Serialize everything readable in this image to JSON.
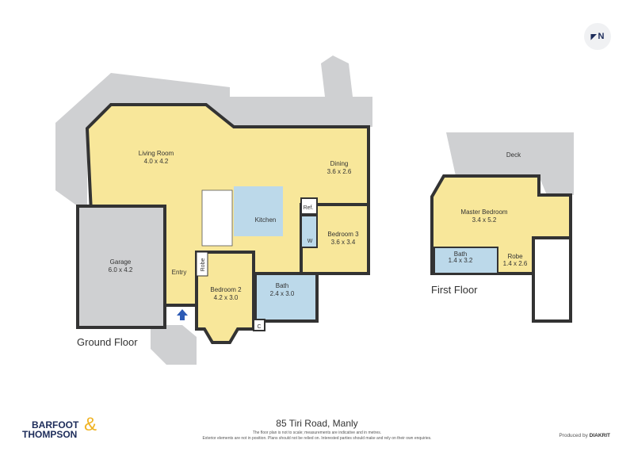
{
  "compass": {
    "label": "N",
    "icon": "north-arrow-icon"
  },
  "ground_floor": {
    "label": "Ground Floor",
    "rooms": [
      {
        "name": "Living Room",
        "size": "4.0 x 4.2"
      },
      {
        "name": "Dining",
        "size": "3.6 x 2.6"
      },
      {
        "name": "Kitchen"
      },
      {
        "name": "Ref."
      },
      {
        "name": "W"
      },
      {
        "name": "Bedroom 3",
        "size": "3.6 x 3.4"
      },
      {
        "name": "Garage",
        "size": "6.0 x 4.2"
      },
      {
        "name": "Entry"
      },
      {
        "name": "Robe"
      },
      {
        "name": "Bedroom 2",
        "size": "4.2 x 3.0"
      },
      {
        "name": "Bath",
        "size": "2.4 x 3.0"
      },
      {
        "name": "C"
      }
    ]
  },
  "first_floor": {
    "label": "First Floor",
    "rooms": [
      {
        "name": "Deck"
      },
      {
        "name": "Master Bedroom",
        "size": "3.4 x 5.2"
      },
      {
        "name": "Bath",
        "size": "1.4 x 3.2"
      },
      {
        "name": "Robe",
        "size": "1.4 x 2.6"
      }
    ]
  },
  "footer": {
    "address": "85 Tiri Road, Manly",
    "disclaimer_1": "The floor plan is not to scale; measurements are indicative and in metres.",
    "disclaimer_2": "Exterior elements are not in position. Plans should not be relied on. Interested parties should make and rely on their own enquiries.",
    "produced_by": "Produced by",
    "producer": "DIAKRIT",
    "logo_text_1": "BARFOOT",
    "logo_text_2": "THOMPSON",
    "logo_amp": "&"
  },
  "colors": {
    "room": "#f8e79a",
    "wet": "#bcd9ea",
    "exterior": "#cfd0d2",
    "wall": "#333333",
    "brand_navy": "#1d2c5a",
    "brand_gold": "#f0b323"
  }
}
